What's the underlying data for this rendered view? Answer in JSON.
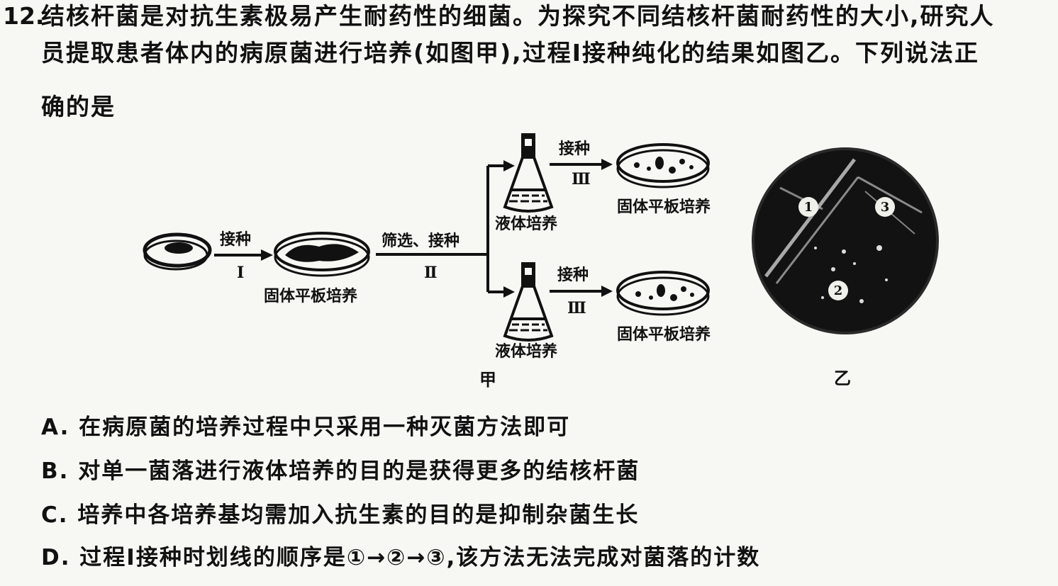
{
  "question": {
    "number": "12.",
    "line1": "结核杆菌是对抗生素极易产生耐药性的细菌。为探究不同结核杆菌耐药性的大小,研究人",
    "line2": "员提取患者体内的病原菌进行培养(如图甲),过程Ⅰ接种纯化的结果如图乙。下列说法正",
    "line3": "确的是"
  },
  "figure_jia": {
    "step1_label": "接种",
    "step1_roman": "Ⅰ",
    "plate1_label": "固体平板培养",
    "step2_label": "筛选、接种",
    "step2_roman": "Ⅱ",
    "flask_top_label": "液体培养",
    "flask_bottom_label": "液体培养",
    "step3_top_label": "接种",
    "step3_top_roman": "Ⅲ",
    "step3_bottom_label": "接种",
    "step3_bottom_roman": "Ⅲ",
    "plate_top_label": "固体平板培养",
    "plate_bottom_label": "固体平板培养",
    "caption": "甲"
  },
  "figure_yi": {
    "region1": "1",
    "region2": "2",
    "region3": "3",
    "caption": "乙"
  },
  "options": {
    "A": "A. 在病原菌的培养过程中只采用一种灭菌方法即可",
    "B": "B. 对单一菌落进行液体培养的目的是获得更多的结核杆菌",
    "C": "C. 培养中各培养基均需加入抗生素的目的是抑制杂菌生长",
    "D": "D. 过程Ⅰ接种时划线的顺序是①→②→③,该方法无法完成对菌落的计数"
  }
}
